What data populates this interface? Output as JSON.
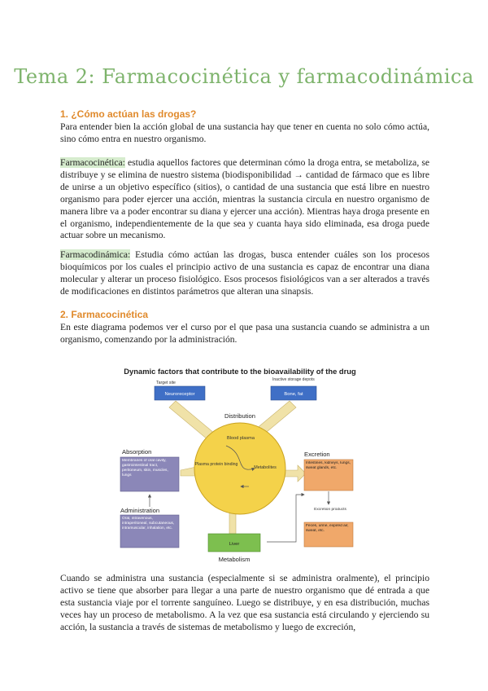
{
  "title": "Tema 2: Farmacocinética y farmacodinámica",
  "sections": [
    {
      "heading": "1. ¿Cómo actúan las drogas?"
    },
    {
      "heading": "2. Farmacocinética"
    }
  ],
  "paragraphs": {
    "p1": "Para entender bien la acción global de una sustancia hay que tener en cuenta no solo cómo actúa, sino cómo entra en nuestro organismo.",
    "p2_term": "Farmacocinética:",
    "p2_body": " estudia aquellos factores que determinan cómo la droga entra, se metaboliza, se distribuye y se elimina de nuestro sistema (biodisponibilidad → cantidad de fármaco que es libre de unirse a un objetivo específico (sitios), o cantidad de una sustancia que está libre en nuestro organismo para poder ejercer una acción, mientras la sustancia circula en nuestro organismo de manera libre va a poder encontrar su diana y ejercer una acción). Mientras haya droga presente en el organismo, independientemente de la que sea y cuanta haya sido eliminada, esa droga puede actuar sobre un mecanismo.",
    "p3_term": "Farmacodinámica:",
    "p3_body": " Estudia cómo actúan las drogas, busca entender cuáles son los procesos bioquímicos por los cuales el principio activo de una sustancia es capaz de encontrar una diana molecular y alterar un proceso fisiológico. Esos procesos fisiológicos van a ser alterados a través de modificaciones en distintos parámetros que alteran una sinapsis.",
    "p4": "En este diagrama podemos ver el curso por el que pasa una sustancia cuando se administra a un organismo, comenzando por la administración.",
    "p5": "Cuando se administra una sustancia (especialmente si se administra oralmente), el principio activo se tiene que absorber para llegar a una parte de nuestro organismo que dé entrada a que esta sustancia viaje por el torrente sanguíneo. Luego se distribuye, y en esa distribución, muchas veces hay un proceso de metabolismo. A la vez que esa sustancia está circulando y ejerciendo su acción, la sustancia a través de sistemas de metabolismo y luego de excreción,"
  },
  "diagram": {
    "title": "Dynamic factors that contribute to the bioavailability of the drug",
    "target_site": "Target site",
    "receptor": "Neuroreceptor",
    "storage": "Inactive storage depots",
    "bone_fat": "Bone, fat",
    "distribution": "Distribution",
    "blood_plasma": "Blood plasma",
    "plasma_protein": "Plasma protein binding",
    "metabolites": "Metabolites",
    "absorption": "Absorption",
    "absorption_sites": "Membranes of oral cavity, gastrointestinal tract, peritoneum, skin, muscles, lungs",
    "administration": "Administration",
    "administration_routes": "Oral, intravenous, intraperitoneal, subcutaneous, intramuscular, inhalation, etc.",
    "excretion": "Excretion",
    "excretion_organs": "Intestines, kidneys, lungs, sweat glands, etc.",
    "excretion_products": "Excretion products",
    "excretion_list": "Feces, urine, expired air, sweat, etc.",
    "liver": "Liver",
    "metabolism": "Metabolism"
  }
}
